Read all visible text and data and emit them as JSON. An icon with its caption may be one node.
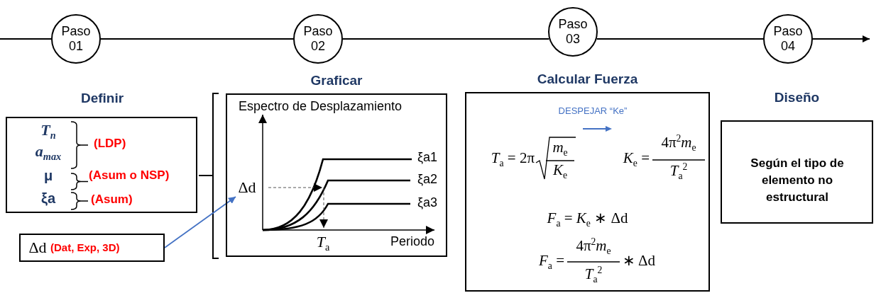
{
  "diagram": {
    "nodes": [
      {
        "text": [
          "Paso 01"
        ]
      },
      {
        "text": [
          "Paso 02"
        ]
      },
      {
        "text": [
          "Paso 03"
        ]
      },
      {
        "text": [
          "Paso 04"
        ]
      },
      {
        "text": [
          "Definir",
          "T$_{n}$",
          "a$_{max}$",
          "μ",
          "ξa",
          "(LDP)",
          "(Asum o NSP)",
          "(Asum)"
        ]
      },
      {
        "text": [
          "Δd",
          "(Dat, Exp, 3D)"
        ]
      },
      {
        "text": [
          "Graficar",
          "Espectro de Desplazamiento",
          "ξa1",
          "ξa2",
          "ξa3",
          "*T*$_{a}$",
          "Periodo"
        ]
      },
      {
        "text": [
          "Δd"
        ],
        "in": 6
      },
      {
        "text": [
          "Calcular Fuerza",
          "DESPEJAR “Ke”",
          "*T*$_{a}$ = 2π",
          "*m*$_{e}$",
          "*K*$_{e}$",
          "*K*$_{e}$ =",
          "4π$^{2}$*m*$_{e}$",
          "*T*$_{a}$$^{2}$",
          "*F*$_{a}$ = *K*$_{e}$ ∗ Δd",
          "*F*$_{a}$ =",
          "4π$^{2}$*m*$_{e}$",
          "*T*$_{a}$$^{2}$",
          "∗ Δd"
        ]
      },
      {
        "text": [
          "Diseño",
          "Según el tipo de elemento no estructural"
        ]
      }
    ],
    "edges": [
      {
        "from": null,
        "to": 0,
        "arrow": "none"
      },
      {
        "from": 0,
        "to": 1,
        "arrow": "none"
      },
      {
        "from": 1,
        "to": 2,
        "arrow": "none"
      },
      {
        "from": 2,
        "to": 3,
        "arrow": "none"
      },
      {
        "from": 3,
        "to": null,
        "arrow": "to"
      },
      {
        "from": 5,
        "to": 7,
        "arrow": "to",
        "color": "#4472c4"
      }
    ]
  }
}
